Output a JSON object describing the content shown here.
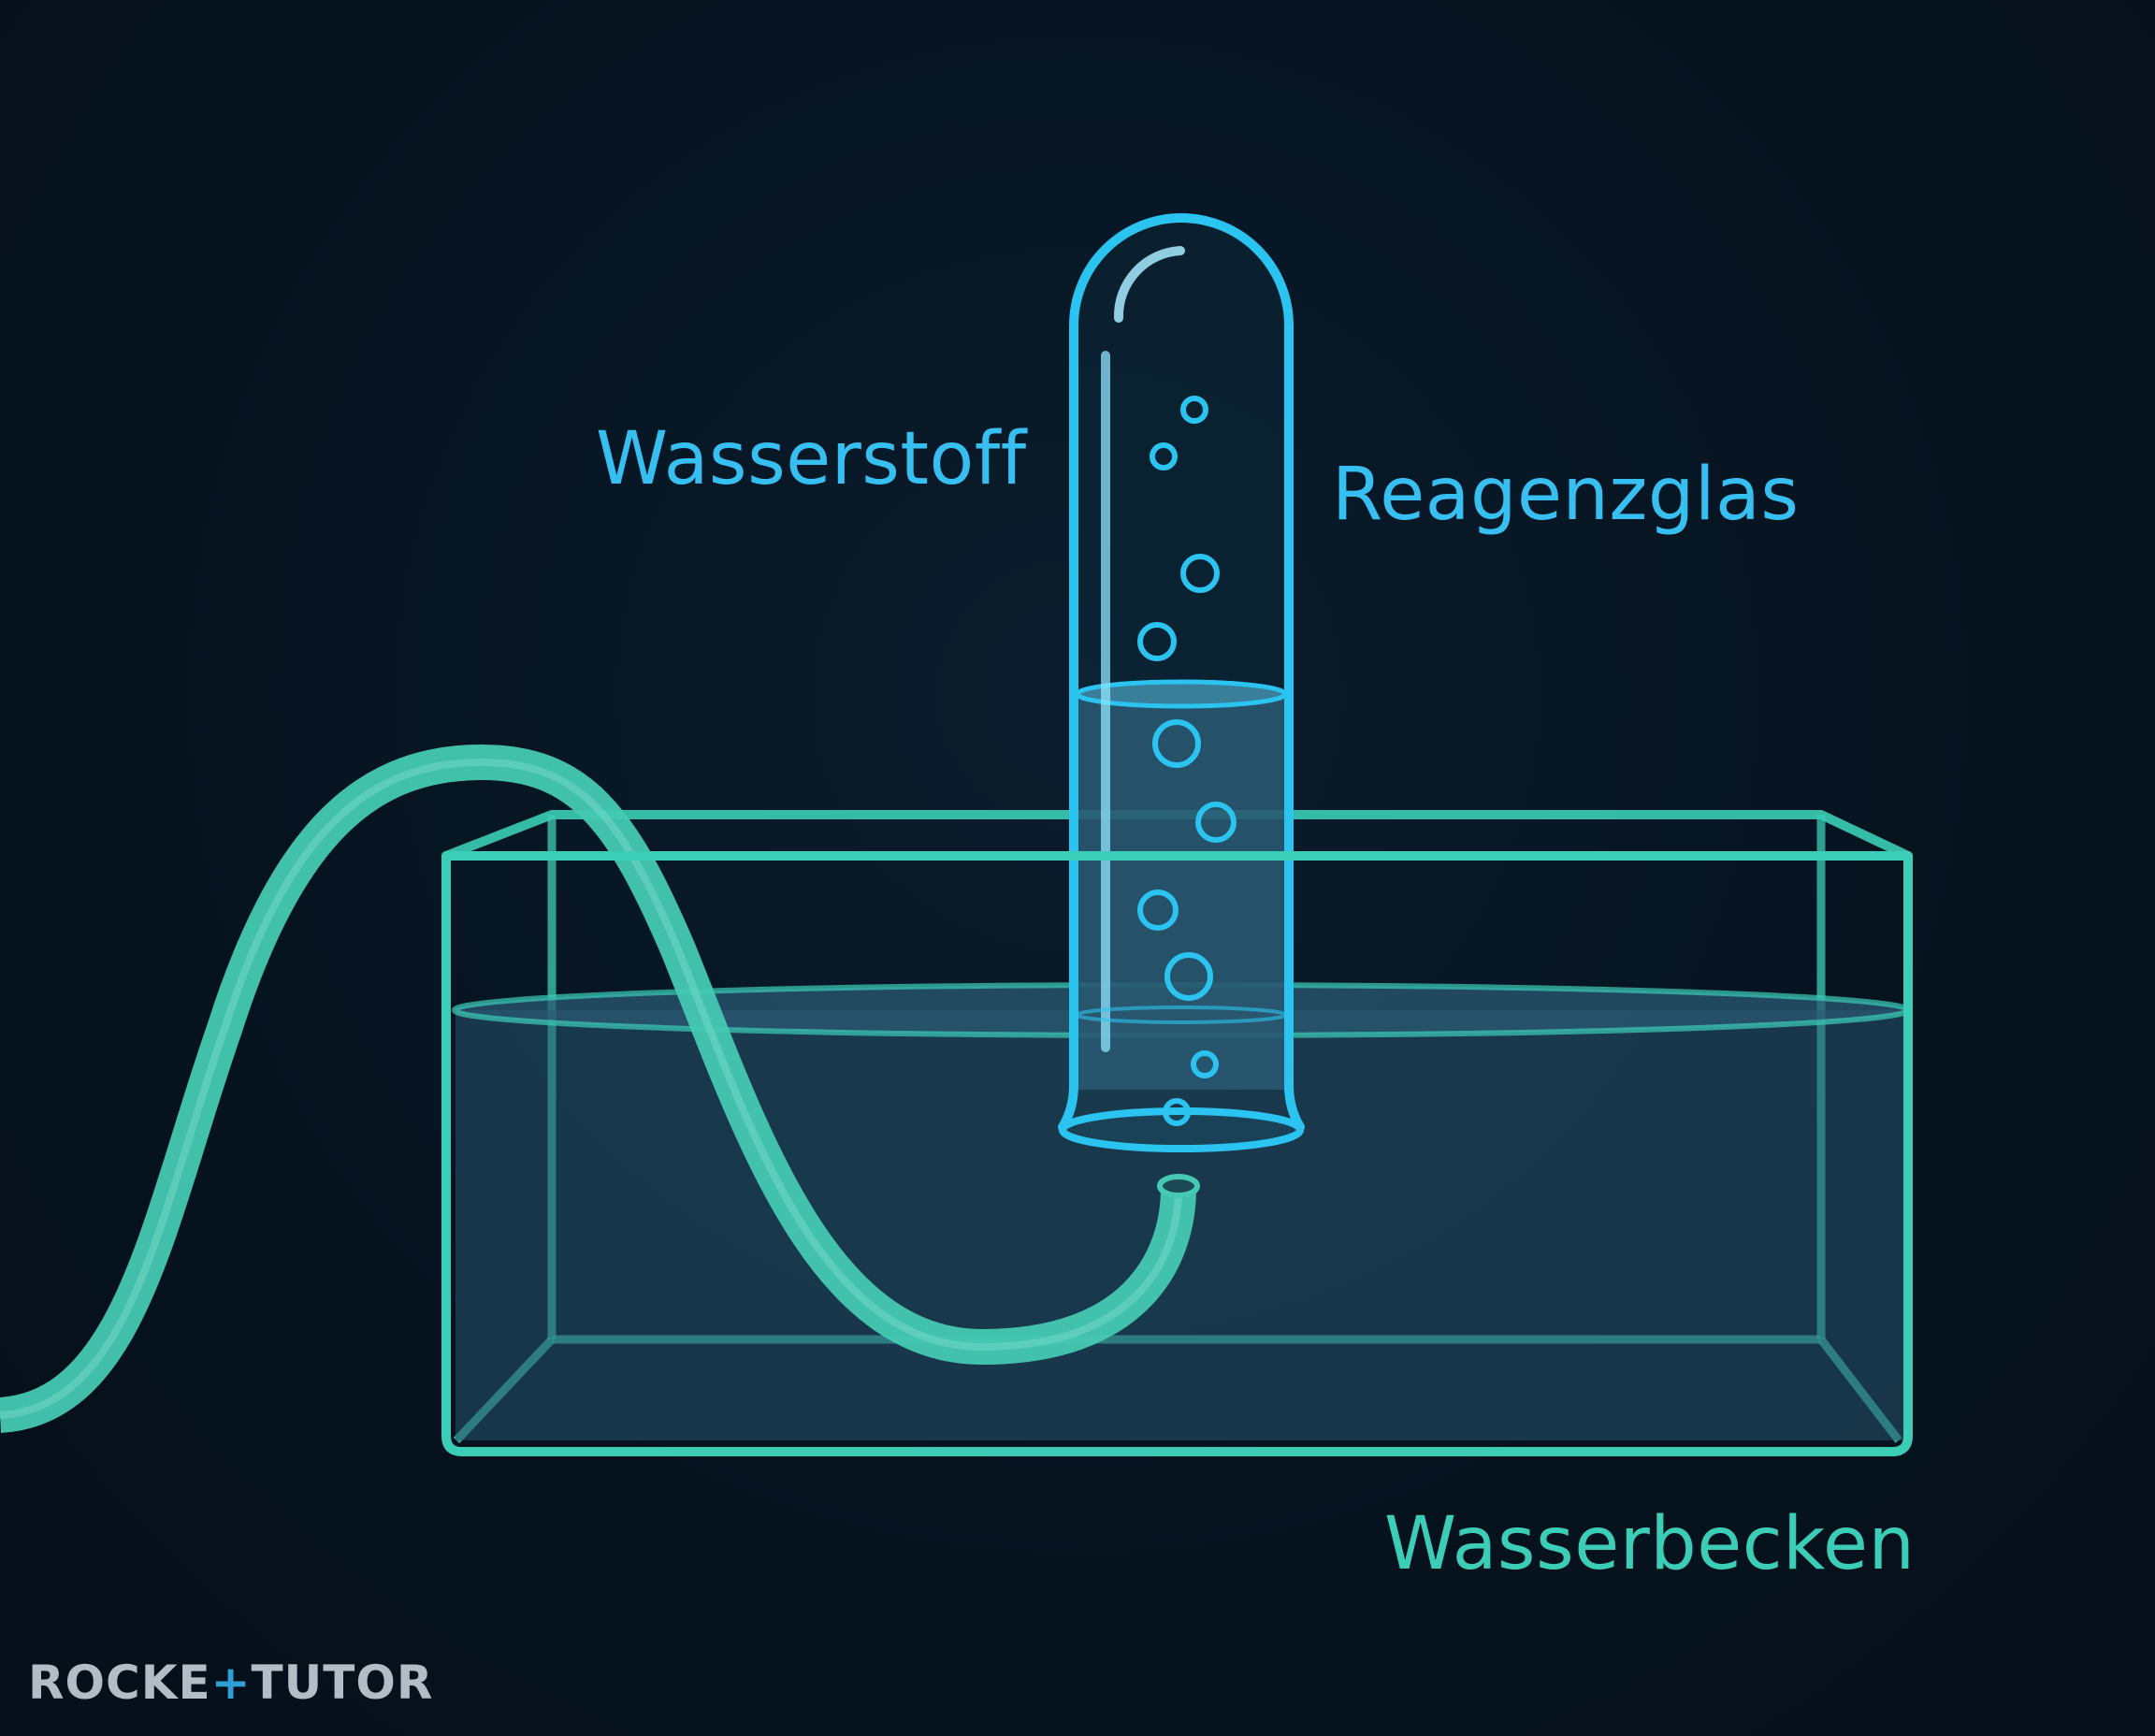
{
  "colors": {
    "tube": "#2bc4f0",
    "basin": "#3ccdb6",
    "hose": "#45c9b2",
    "water": "#2a5a73",
    "label_tube": "#36bff0",
    "label_basin": "#3ccdb6",
    "logo_text": "#b3bdc6",
    "logo_accent": "#2f9fd8"
  },
  "labels": {
    "gas": "Wasserstoff",
    "tube": "Reagenzglas",
    "basin": "Wasserbecken"
  },
  "logo": {
    "part1": "ROCKE",
    "part2": "+",
    "part3": "TUTO",
    "part4": "R"
  }
}
